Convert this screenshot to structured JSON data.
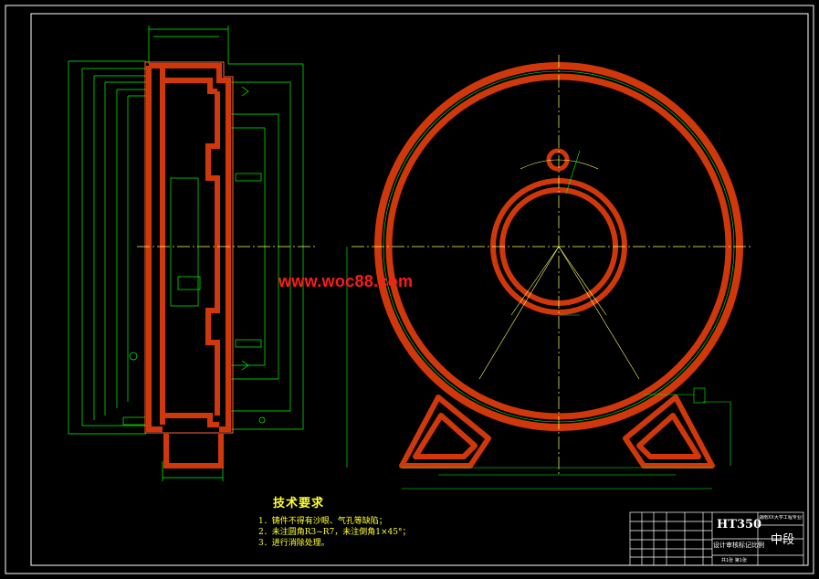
{
  "watermark": "www.woc88.com",
  "technical_requirements": {
    "title": "技术要求",
    "items": [
      "1．铸件不得有沙眼、气孔等缺陷；",
      "2．未注圆角R3~R7，未注倒角1×45°；",
      "3．进行消除处理。"
    ]
  },
  "title_block": {
    "material": "HT350",
    "part_name": "中段",
    "school": "湖南XX大学工程专业机械",
    "label_small": "设计审核标记比例",
    "footer": "共1张 第1张"
  },
  "colors": {
    "background": "#000000",
    "outline": "#00ff00",
    "section_fill": "#d0380c",
    "frame_white": "#ffffff",
    "text_yellow": "#ffff33",
    "watermark_red": "#ff1a1a",
    "centerline": "#ffff66"
  }
}
